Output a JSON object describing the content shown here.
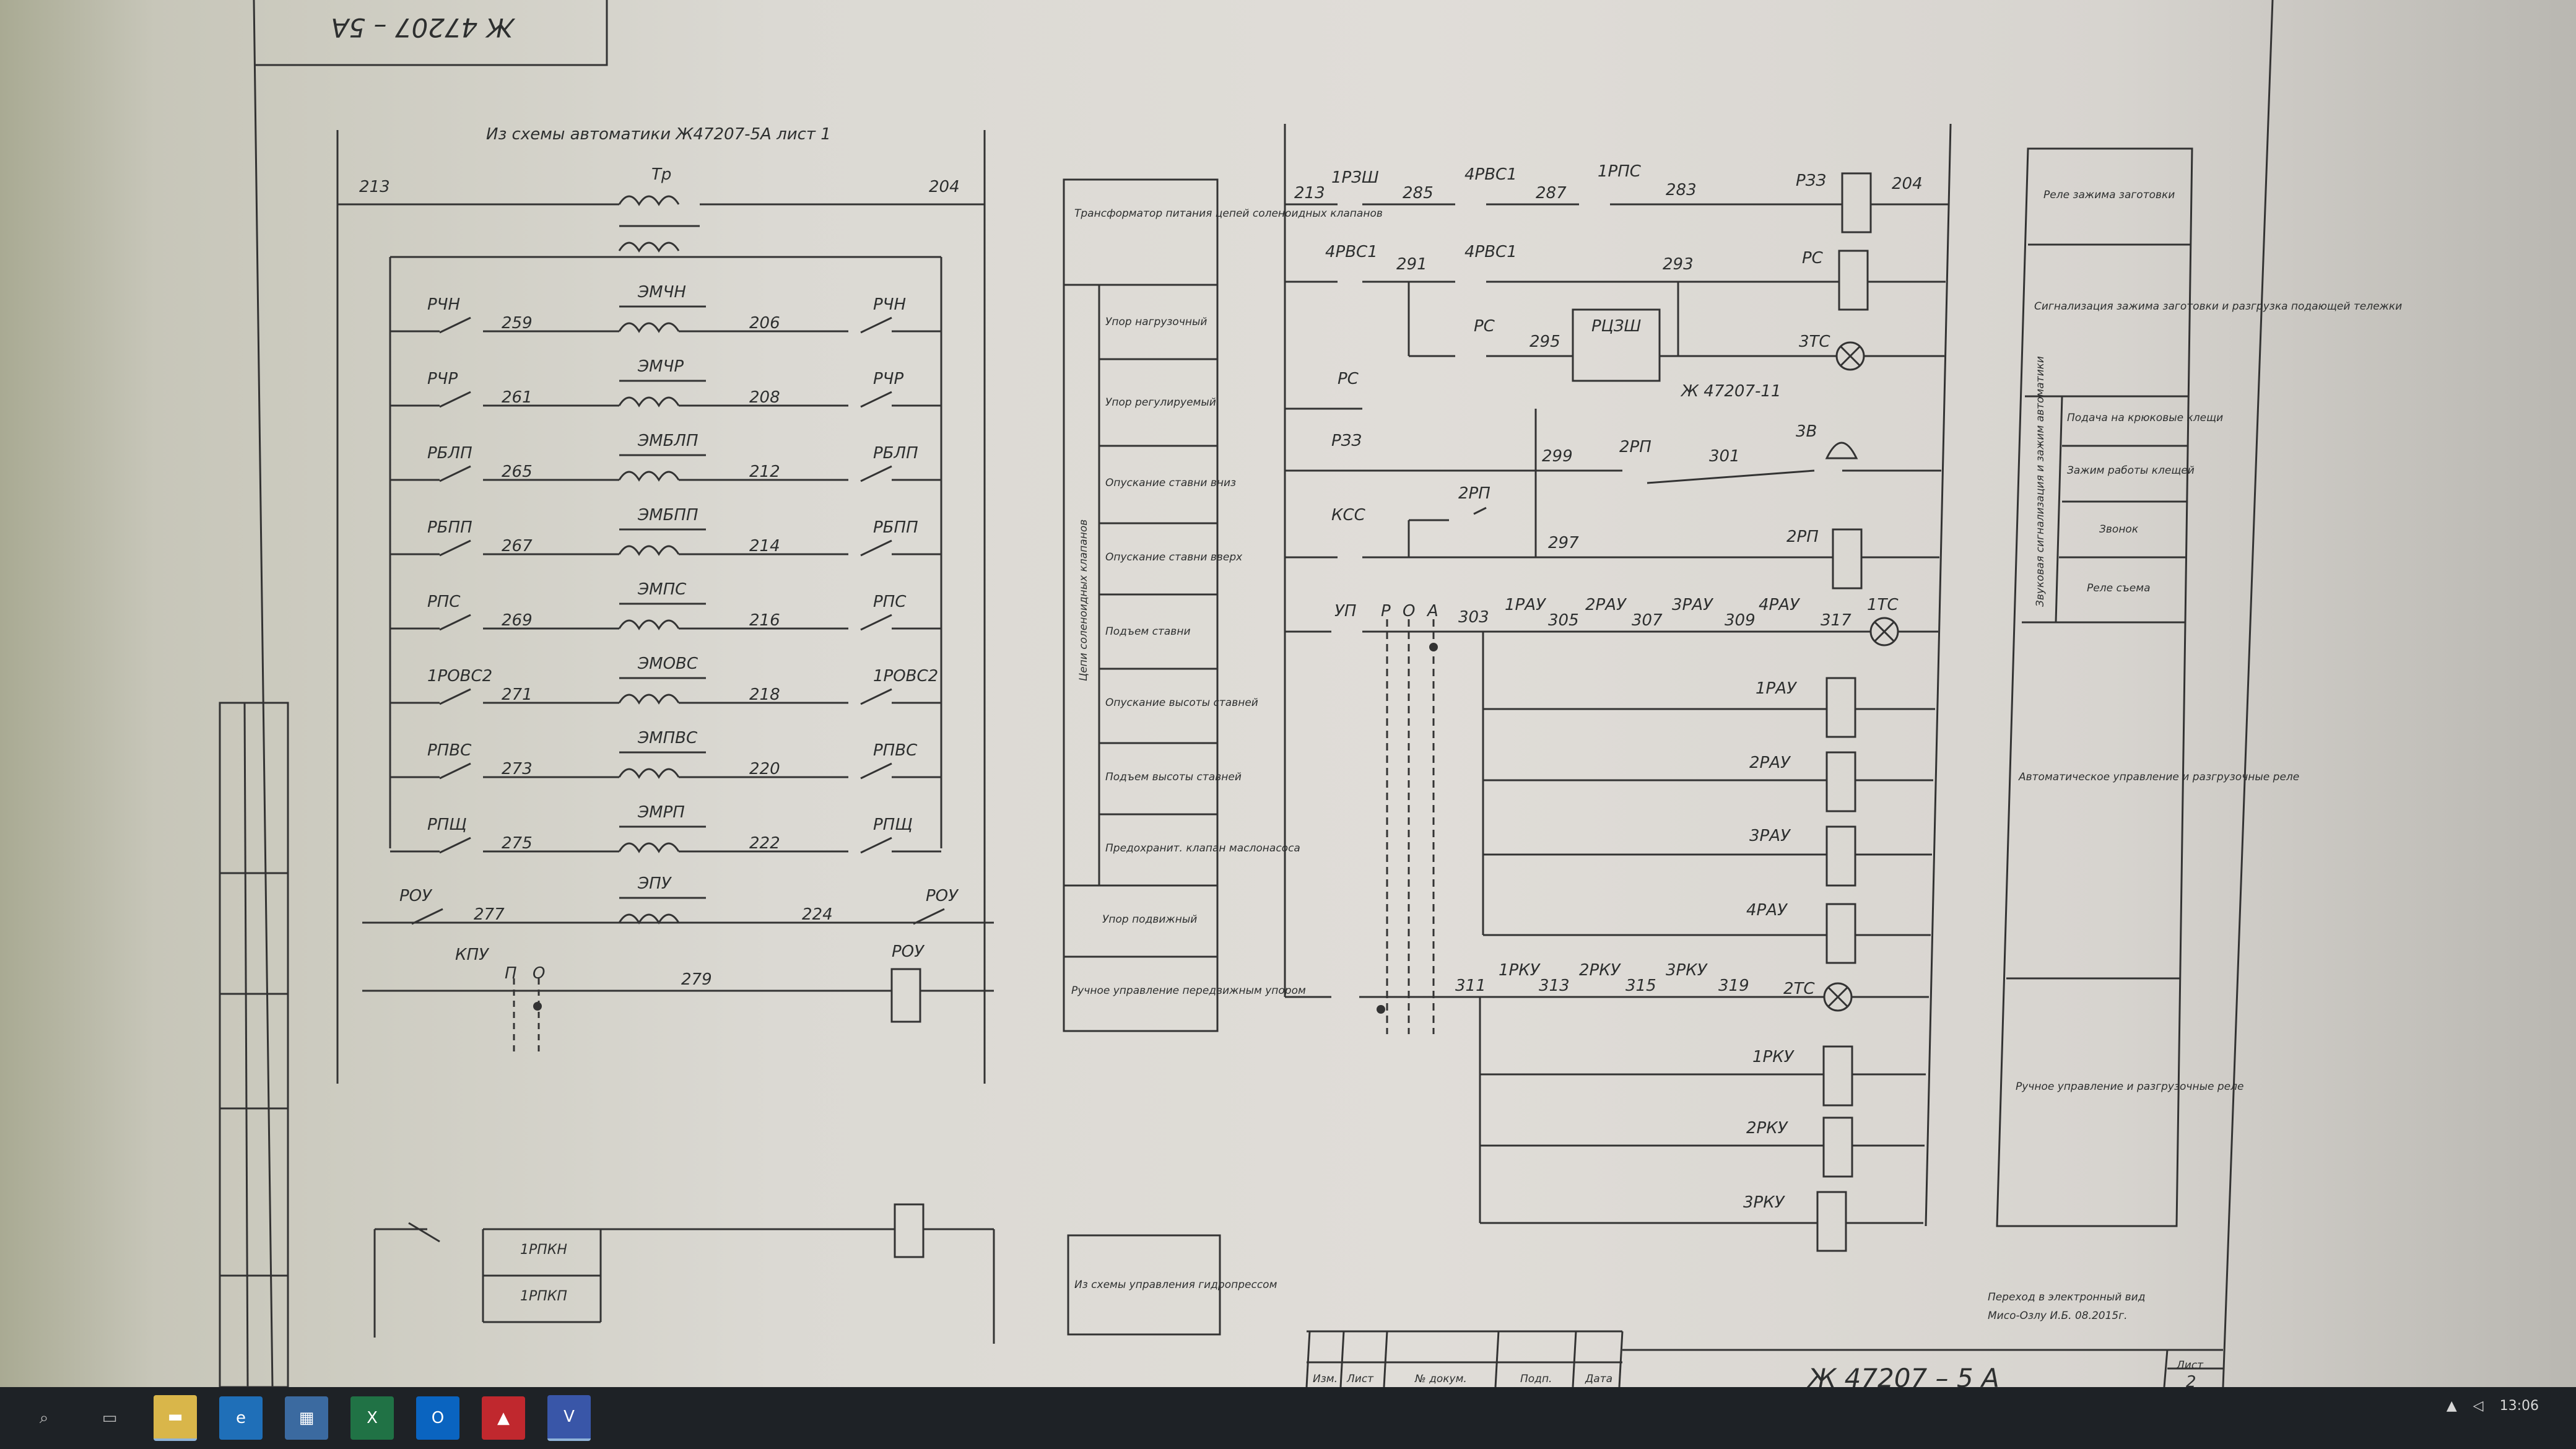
{
  "stamp": {
    "top_code": "Ж 47207 – 5А",
    "bottom_code": "Ж 47207 – 5 А",
    "sheet_label": "Лист",
    "sheet_number": "2",
    "columns": [
      "Изм.",
      "Лист",
      "№ докум.",
      "Подп.",
      "Дата"
    ]
  },
  "left_circuit": {
    "source_note": "Из схемы автоматики Ж47207-5А лист 1",
    "transformer": "Тр",
    "node_left": "213",
    "node_right": "204",
    "rows": [
      {
        "contact_left": "РЧН",
        "w1": "259",
        "coil": "ЭМЧН",
        "w2": "206",
        "contact_right": "РЧН"
      },
      {
        "contact_left": "РЧР",
        "w1": "261",
        "coil": "ЭМЧР",
        "w2": "208",
        "contact_right": "РЧР"
      },
      {
        "contact_left": "РБЛП",
        "w1": "265",
        "coil": "ЭМБЛП",
        "w2": "212",
        "contact_right": "РБЛП"
      },
      {
        "contact_left": "РБПП",
        "w1": "267",
        "coil": "ЭМБПП",
        "w2": "214",
        "contact_right": "РБПП"
      },
      {
        "contact_left": "РПС",
        "w1": "269",
        "coil": "ЭМПС",
        "w2": "216",
        "contact_right": "РПС"
      },
      {
        "contact_left": "1РОВС2",
        "w1": "271",
        "coil": "ЭМОВС",
        "w2": "218",
        "contact_right": "1РОВС2"
      },
      {
        "contact_left": "РПВС",
        "w1": "273",
        "coil": "ЭМПВС",
        "w2": "220",
        "contact_right": "РПВС"
      },
      {
        "contact_left": "РПЩ",
        "w1": "275",
        "coil": "ЭМРП",
        "w2": "222",
        "contact_right": "РПЩ"
      },
      {
        "contact_left": "РОУ",
        "w1": "277",
        "coil": "ЭПУ",
        "w2": "224",
        "contact_right": "РОУ"
      }
    ],
    "ktu": "КПУ",
    "switch_p": "П",
    "switch_o": "О",
    "wire_279": "279",
    "coil_rou": "РОУ",
    "bottom_coil_1": "1РПКН",
    "bottom_coil_2": "1РПКП"
  },
  "mid_table": {
    "rows": [
      "Трансформатор питания цепей соленоидных клапанов",
      "Упор нагрузочный",
      "Упор регулируемый",
      "Опускание ставни вниз",
      "Опускание ставни вверх",
      "Подъем ставни",
      "Опускание высоты ставней",
      "Подъем высоты ставней",
      "Предохранит. клапан маслонасоса",
      "Упор подвижный",
      "Ручное управление передвижным упором"
    ],
    "group_label": "Цепи соленоидных клапанов",
    "bottom_note": "Из схемы управления гидропрессом"
  },
  "right_circuit": {
    "node_left": "213",
    "node_right": "204",
    "labels": {
      "c_1rzsh": "1РЗШ",
      "w285": "285",
      "c_4rvs1a": "4РВС1",
      "w287": "287",
      "c_1rpc": "1РПС",
      "w283": "283",
      "coil_rzz": "РЗЗ",
      "c_4rvs1b": "4РВС1",
      "w291": "291",
      "c_4rvs1c": "4РВС1",
      "w293": "293",
      "coil_rs": "РС",
      "c_rs": "РС",
      "w295": "295",
      "c_rtszsh": "РЦЗШ",
      "lamp_3ts": "3ТС",
      "ref": "Ж 47207-11",
      "c_rs2": "РС",
      "c_rzz": "РЗЗ",
      "w299": "299",
      "c_2rp": "2РП",
      "w301": "301",
      "bell_3v": "3В",
      "c_kss": "КСС",
      "c_2rp2": "2РП",
      "w297": "297",
      "coil_2rp": "2РП",
      "up": "УП",
      "pos_r": "Р",
      "pos_o": "О",
      "pos_a": "А",
      "w303": "303",
      "c1": "1РАУ",
      "w305": "305",
      "c2": "2РАУ",
      "w307": "307",
      "c3": "3РАУ",
      "w309": "309",
      "c4": "4РАУ",
      "w317": "317",
      "lamp_1ts": "1ТС",
      "coil_1": "1РАУ",
      "coil_2": "2РАУ",
      "coil_3": "3РАУ",
      "coil_4": "4РАУ",
      "w311": "311",
      "k1": "1РКУ",
      "w313": "313",
      "k2": "2РКУ",
      "w315": "315",
      "k3": "3РКУ",
      "w319": "319",
      "lamp_2ts": "2ТС",
      "kc1": "1РКУ",
      "kc2": "2РКУ",
      "kc3": "3РКУ"
    }
  },
  "right_table": {
    "rows": [
      "Реле зажима заготовки",
      "Сигнализация зажима заготовки и разгрузка подающей тележки",
      "Подача на крюковые клещи",
      "Зажим работы клещей",
      "Звонок",
      "Реле съема",
      "Автоматическое управление и разгрузочные реле",
      "Ручное управление и разгрузочные реле"
    ],
    "group_label": "Звуковая сигнализация и зажим автоматики"
  },
  "footer_note": {
    "line1": "Переход в электронный вид",
    "line2": "Мисо-Озлу И.Б.  08.2015г."
  },
  "taskbar": {
    "items": [
      "search",
      "task-view",
      "file-explorer",
      "edge",
      "app",
      "excel",
      "outlook",
      "pdf",
      "visio"
    ],
    "time": "13:06"
  }
}
